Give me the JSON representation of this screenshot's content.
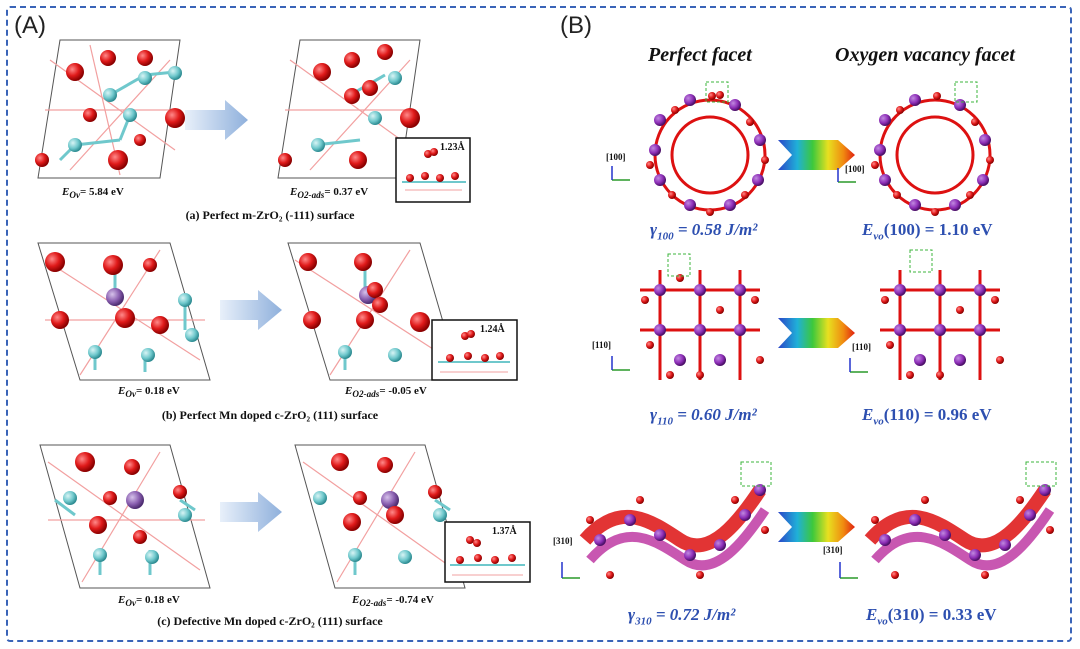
{
  "panelA": {
    "letter": "(A)",
    "rows": [
      {
        "caption": "(a) Perfect m-ZrO₂ (-111) surface",
        "left_energy_sym": "E",
        "left_energy_sub": "Ov",
        "left_energy_val": "= 5.84 eV",
        "right_energy_sym": "E",
        "right_energy_sub": "O2-ads",
        "right_energy_val": "= 0.37 eV",
        "inset_bond": "1.23Å"
      },
      {
        "caption": "(b) Perfect Mn doped c-ZrO₂ (111) surface",
        "left_energy_sym": "E",
        "left_energy_sub": "Ov",
        "left_energy_val": "= 0.18 eV",
        "right_energy_sym": "E",
        "right_energy_sub": "O2-ads",
        "right_energy_val": "= -0.05 eV",
        "inset_bond": "1.24Å"
      },
      {
        "caption": "(c) Defective Mn doped c-ZrO₂ (111) surface",
        "left_energy_sym": "E",
        "left_energy_sub": "Ov",
        "left_energy_val": "= 0.18 eV",
        "right_energy_sym": "E",
        "right_energy_sub": "O2-ads",
        "right_energy_val": "= -0.74 eV",
        "inset_bond": "1.37Å"
      }
    ]
  },
  "panelB": {
    "letter": "(B)",
    "header_left": "Perfect facet",
    "header_right": "Oxygen vacancy facet",
    "rows": [
      {
        "axis_label_left": "[100]",
        "axis_label_right": "[100]",
        "gamma_sub": "100",
        "gamma_val": "= 0.58 J/m²",
        "evo_label": "E",
        "evo_sub": "vo",
        "evo_val": "(100) = 1.10 eV"
      },
      {
        "axis_label_left": "[110]",
        "axis_label_right": "[110]",
        "gamma_sub": "110",
        "gamma_val": "= 0.60 J/m²",
        "evo_label": "E",
        "evo_sub": "vo",
        "evo_val": "(110) = 0.96 eV"
      },
      {
        "axis_label_left": "[310]",
        "axis_label_right": "[310]",
        "gamma_sub": "310",
        "gamma_val": "= 0.72 J/m²",
        "evo_label": "E",
        "evo_sub": "vo",
        "evo_val": "(310) = 0.33 eV"
      }
    ],
    "gamma_symbol": "γ"
  },
  "colors": {
    "frame": "#3a64b8",
    "oxygen": "#e01a1a",
    "zirconium": "#6fc8cc",
    "manganese": "#8a5fb0",
    "label_blue": "#2d4fb0"
  }
}
